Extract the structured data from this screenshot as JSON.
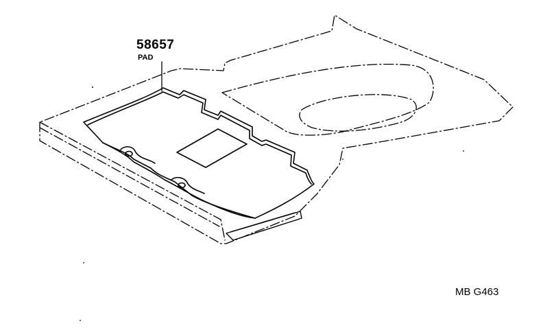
{
  "callout": {
    "part_number": "58657",
    "part_name": "PAD"
  },
  "figure_code": "MB G463",
  "colors": {
    "line": "#000000",
    "background": "#ffffff"
  }
}
